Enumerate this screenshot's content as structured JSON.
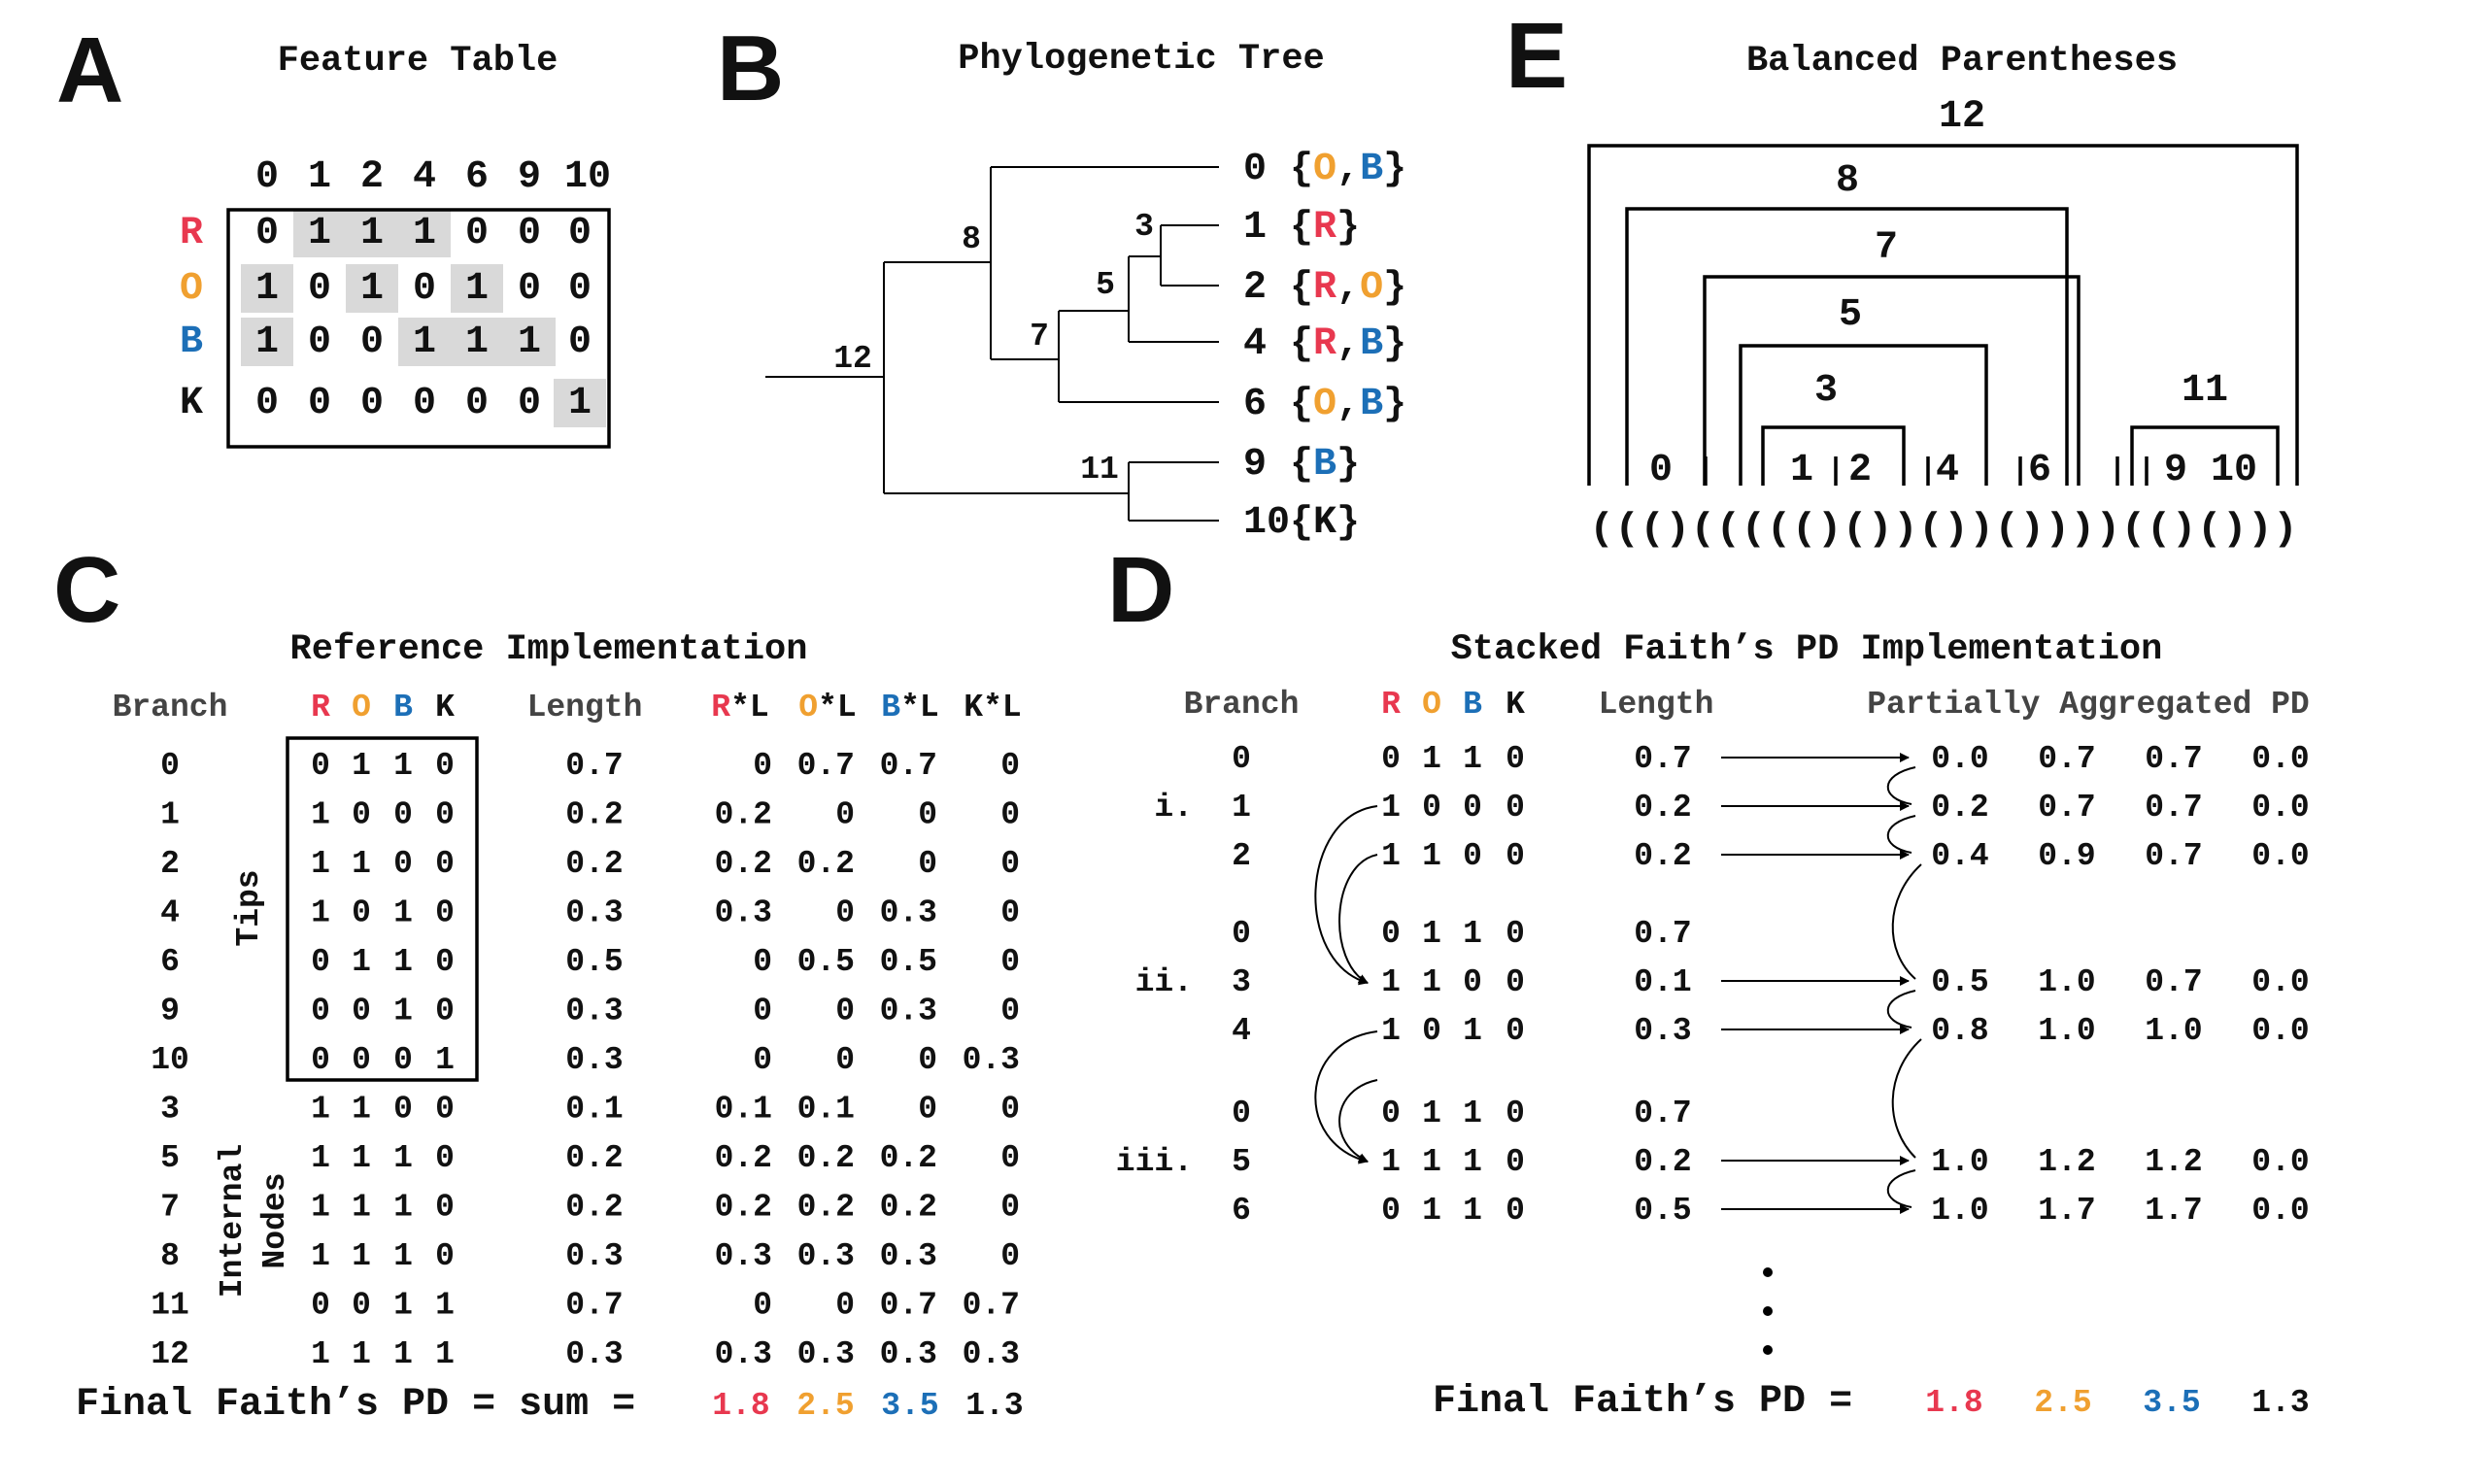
{
  "colors": {
    "R": "#e8384f",
    "O": "#f0a030",
    "B": "#1c6fb7",
    "K": "#111111",
    "shade": "#d9d9d9"
  },
  "panels": {
    "a": "A",
    "b": "B",
    "c": "C",
    "d": "D",
    "e": "E"
  },
  "panelA": {
    "title": "Feature Table",
    "columns": [
      "0",
      "1",
      "2",
      "4",
      "6",
      "9",
      "10"
    ],
    "rows": [
      {
        "label": "R",
        "values": [
          "0",
          "1",
          "1",
          "1",
          "0",
          "0",
          "0"
        ]
      },
      {
        "label": "O",
        "values": [
          "1",
          "0",
          "1",
          "0",
          "1",
          "0",
          "0"
        ]
      },
      {
        "label": "B",
        "values": [
          "1",
          "0",
          "0",
          "1",
          "1",
          "1",
          "0"
        ]
      },
      {
        "label": "K",
        "values": [
          "0",
          "0",
          "0",
          "0",
          "0",
          "0",
          "1"
        ]
      }
    ]
  },
  "panelB": {
    "title": "Phylogenetic Tree",
    "internal_labels": {
      "n12": "12",
      "n8": "8",
      "n7": "7",
      "n5": "5",
      "n3": "3",
      "n11": "11"
    },
    "tips": [
      {
        "id": "0",
        "pre": "{",
        "members": [
          "O",
          "B"
        ],
        "post": "}"
      },
      {
        "id": "1",
        "pre": "{",
        "members": [
          "R"
        ],
        "post": "}"
      },
      {
        "id": "2",
        "pre": "{",
        "members": [
          "R",
          "O"
        ],
        "post": "}"
      },
      {
        "id": "4",
        "pre": "{",
        "members": [
          "R",
          "B"
        ],
        "post": "}"
      },
      {
        "id": "6",
        "pre": "{",
        "members": [
          "O",
          "B"
        ],
        "post": "}"
      },
      {
        "id": "9",
        "pre": "{",
        "members": [
          "B"
        ],
        "post": "}"
      },
      {
        "id": "10",
        "pre": "{",
        "members": [
          "K"
        ],
        "post": "}"
      }
    ]
  },
  "panelC": {
    "title": "Reference Implementation",
    "headers": {
      "branch": "Branch",
      "r": "R",
      "o": "O",
      "b": "B",
      "k": "K",
      "length": "Length",
      "rl": "R*L",
      "ol": "O*L",
      "bl": "B*L",
      "kl": "K*L"
    },
    "group_tips": "Tips",
    "group_internal": [
      "Internal",
      "Nodes"
    ],
    "rows": [
      {
        "branch": "0",
        "bits": [
          "0",
          "1",
          "1",
          "0"
        ],
        "length": "0.7",
        "products": [
          "0",
          "0.7",
          "0.7",
          "0"
        ]
      },
      {
        "branch": "1",
        "bits": [
          "1",
          "0",
          "0",
          "0"
        ],
        "length": "0.2",
        "products": [
          "0.2",
          "0",
          "0",
          "0"
        ]
      },
      {
        "branch": "2",
        "bits": [
          "1",
          "1",
          "0",
          "0"
        ],
        "length": "0.2",
        "products": [
          "0.2",
          "0.2",
          "0",
          "0"
        ]
      },
      {
        "branch": "4",
        "bits": [
          "1",
          "0",
          "1",
          "0"
        ],
        "length": "0.3",
        "products": [
          "0.3",
          "0",
          "0.3",
          "0"
        ]
      },
      {
        "branch": "6",
        "bits": [
          "0",
          "1",
          "1",
          "0"
        ],
        "length": "0.5",
        "products": [
          "0",
          "0.5",
          "0.5",
          "0"
        ]
      },
      {
        "branch": "9",
        "bits": [
          "0",
          "0",
          "1",
          "0"
        ],
        "length": "0.3",
        "products": [
          "0",
          "0",
          "0.3",
          "0"
        ]
      },
      {
        "branch": "10",
        "bits": [
          "0",
          "0",
          "0",
          "1"
        ],
        "length": "0.3",
        "products": [
          "0",
          "0",
          "0",
          "0.3"
        ]
      },
      {
        "branch": "3",
        "bits": [
          "1",
          "1",
          "0",
          "0"
        ],
        "length": "0.1",
        "products": [
          "0.1",
          "0.1",
          "0",
          "0"
        ]
      },
      {
        "branch": "5",
        "bits": [
          "1",
          "1",
          "1",
          "0"
        ],
        "length": "0.2",
        "products": [
          "0.2",
          "0.2",
          "0.2",
          "0"
        ]
      },
      {
        "branch": "7",
        "bits": [
          "1",
          "1",
          "1",
          "0"
        ],
        "length": "0.2",
        "products": [
          "0.2",
          "0.2",
          "0.2",
          "0"
        ]
      },
      {
        "branch": "8",
        "bits": [
          "1",
          "1",
          "1",
          "0"
        ],
        "length": "0.3",
        "products": [
          "0.3",
          "0.3",
          "0.3",
          "0"
        ]
      },
      {
        "branch": "11",
        "bits": [
          "0",
          "0",
          "1",
          "1"
        ],
        "length": "0.7",
        "products": [
          "0",
          "0",
          "0.7",
          "0.7"
        ]
      },
      {
        "branch": "12",
        "bits": [
          "1",
          "1",
          "1",
          "1"
        ],
        "length": "0.3",
        "products": [
          "0.3",
          "0.3",
          "0.3",
          "0.3"
        ]
      }
    ],
    "final_label": "Final Faith’s PD = sum =",
    "final_values": [
      "1.8",
      "2.5",
      "3.5",
      "1.3"
    ]
  },
  "panelD": {
    "title": "Stacked Faith’s PD Implementation",
    "headers": {
      "branch": "Branch",
      "r": "R",
      "o": "O",
      "b": "B",
      "k": "K",
      "length": "Length",
      "partial": "Partially Aggregated PD"
    },
    "rows": [
      {
        "step": "",
        "branch": "0",
        "bits": [
          "0",
          "1",
          "1",
          "0"
        ],
        "length": "0.7",
        "pd": [
          "0.0",
          "0.7",
          "0.7",
          "0.0"
        ]
      },
      {
        "step": "i.",
        "branch": "1",
        "bits": [
          "1",
          "0",
          "0",
          "0"
        ],
        "length": "0.2",
        "pd": [
          "0.2",
          "0.7",
          "0.7",
          "0.0"
        ]
      },
      {
        "step": "",
        "branch": "2",
        "bits": [
          "1",
          "1",
          "0",
          "0"
        ],
        "length": "0.2",
        "pd": [
          "0.4",
          "0.9",
          "0.7",
          "0.0"
        ]
      },
      {
        "step": "",
        "branch": "0",
        "bits": [
          "0",
          "1",
          "1",
          "0"
        ],
        "length": "0.7",
        "pd": []
      },
      {
        "step": "ii.",
        "branch": "3",
        "bits": [
          "1",
          "1",
          "0",
          "0"
        ],
        "length": "0.1",
        "pd": [
          "0.5",
          "1.0",
          "0.7",
          "0.0"
        ]
      },
      {
        "step": "",
        "branch": "4",
        "bits": [
          "1",
          "0",
          "1",
          "0"
        ],
        "length": "0.3",
        "pd": [
          "0.8",
          "1.0",
          "1.0",
          "0.0"
        ]
      },
      {
        "step": "",
        "branch": "0",
        "bits": [
          "0",
          "1",
          "1",
          "0"
        ],
        "length": "0.7",
        "pd": []
      },
      {
        "step": "iii.",
        "branch": "5",
        "bits": [
          "1",
          "1",
          "1",
          "0"
        ],
        "length": "0.2",
        "pd": [
          "1.0",
          "1.2",
          "1.2",
          "0.0"
        ]
      },
      {
        "step": "",
        "branch": "6",
        "bits": [
          "0",
          "1",
          "1",
          "0"
        ],
        "length": "0.5",
        "pd": [
          "1.0",
          "1.7",
          "1.7",
          "0.0"
        ]
      }
    ],
    "final_label": "Final Faith’s PD =",
    "final_values": [
      "1.8",
      "2.5",
      "3.5",
      "1.3"
    ]
  },
  "panelE": {
    "title": "Balanced Parentheses",
    "node_labels": {
      "n12": "12",
      "n8": "8",
      "n7": "7",
      "n5": "5",
      "n3": "3",
      "n11": "11"
    },
    "tip_labels": [
      "0",
      "1",
      "2",
      "4",
      "6",
      "9",
      "10"
    ],
    "parentheses": "((()((((()())())())))(()()))"
  }
}
